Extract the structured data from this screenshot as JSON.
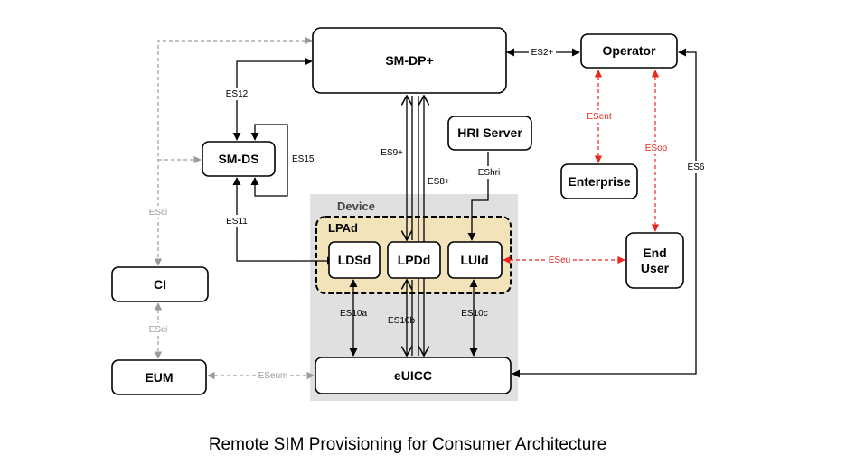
{
  "caption": "Remote SIM Provisioning for Consumer Architecture",
  "regions": {
    "device": "Device",
    "lpad": "LPAd"
  },
  "nodes": {
    "sm_dp_plus": "SM-DP+",
    "operator": "Operator",
    "sm_ds": "SM-DS",
    "hri_server": "HRI Server",
    "enterprise": "Enterprise",
    "end_user": "End User",
    "ci": "CI",
    "ldsd": "LDSd",
    "lpdd": "LPDd",
    "luid": "LUId",
    "eum": "EUM",
    "euicc": "eUICC"
  },
  "interfaces": {
    "es2_plus": "ES2+",
    "es12": "ES12",
    "es15": "ES15",
    "es11": "ES11",
    "es9_plus": "ES9+",
    "es8_plus": "ES8+",
    "eshri": "EShri",
    "esent": "ESent",
    "esop": "ESop",
    "es6": "ES6",
    "esci_top": "ESci",
    "esci_bottom": "ESci",
    "eseu": "ESeu",
    "es10a": "ES10a",
    "es10b": "ES10b",
    "es10c": "ES10c",
    "eseum": "ESeum"
  },
  "colors": {
    "device_bg": "#e0e0e0",
    "lpad_bg": "#f3e3bb",
    "red_link": "#e8271e",
    "grey_link": "#9a9a9a",
    "black_link": "#000000"
  }
}
